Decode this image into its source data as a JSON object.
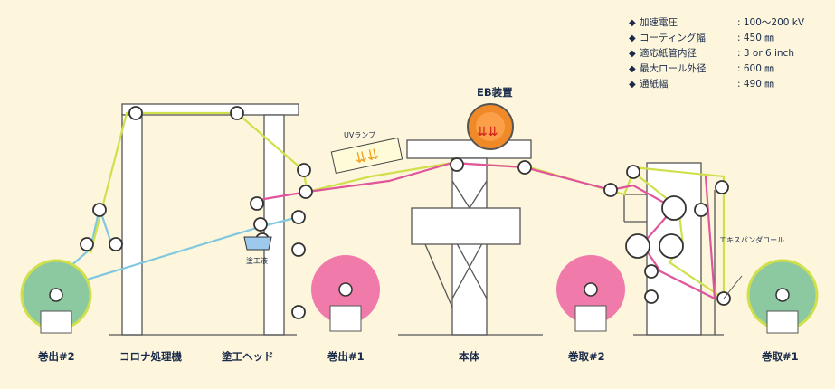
{
  "specs": [
    {
      "label": "加速電圧",
      "value": ": 100～200 kV"
    },
    {
      "label": "コーティング幅",
      "value": ": 450 ㎜"
    },
    {
      "label": "適応紙管内径",
      "value": ": 3 or 6 inch"
    },
    {
      "label": "最大ロール外径",
      "value": ": 600 ㎜"
    },
    {
      "label": "通紙幅",
      "value": ": 490 ㎜"
    }
  ],
  "bullet": "◆",
  "labels": {
    "unwind2": "巻出#2",
    "corona": "コロナ処理機",
    "coating_head": "塗工ヘッド",
    "unwind1": "巻出#1",
    "main_body": "本体",
    "rewind2": "巻取#2",
    "rewind1": "巻取#1",
    "eb_device": "EB装置",
    "uv_lamp": "UVランプ",
    "coating_liquid": "塗工液",
    "expander_roll": "エキスパンダロール"
  },
  "colors": {
    "web_yellow": "#cfe04a",
    "web_pink": "#e0559b",
    "web_cyan": "#7fc8e0",
    "frame": "#555555",
    "roll_green": "#8cc9a0",
    "roll_pink": "#f07aaa",
    "eb_orange": "#f08a28",
    "background": "#fdf6dc"
  }
}
